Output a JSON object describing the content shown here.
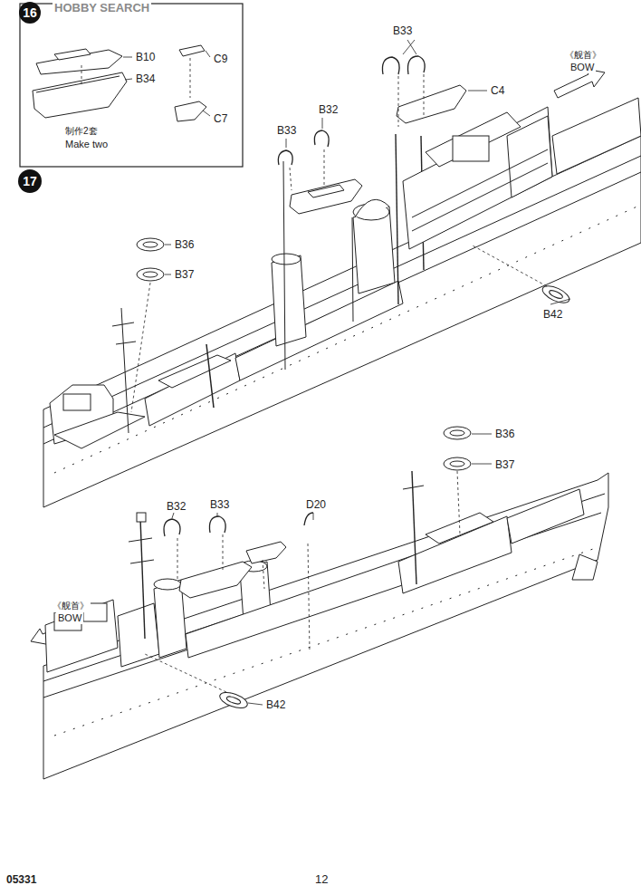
{
  "diagram": {
    "nodes": [
      {
        "text": [
          "16"
        ]
      },
      {
        "text": [
          "17"
        ]
      }
    ],
    "labels": [
      "HOBBY SEARCH",
      "B10",
      "B34",
      "C9",
      "C7",
      "制作2套",
      "Make two",
      "B33",
      "《舰首》",
      "BOW",
      "C4",
      "B32",
      "B33",
      "B36",
      "B37",
      "B42",
      "B36",
      "B37",
      "B33",
      "B32",
      "D20",
      "《舰首》",
      "BOW",
      "B42",
      "05331",
      "12"
    ]
  }
}
